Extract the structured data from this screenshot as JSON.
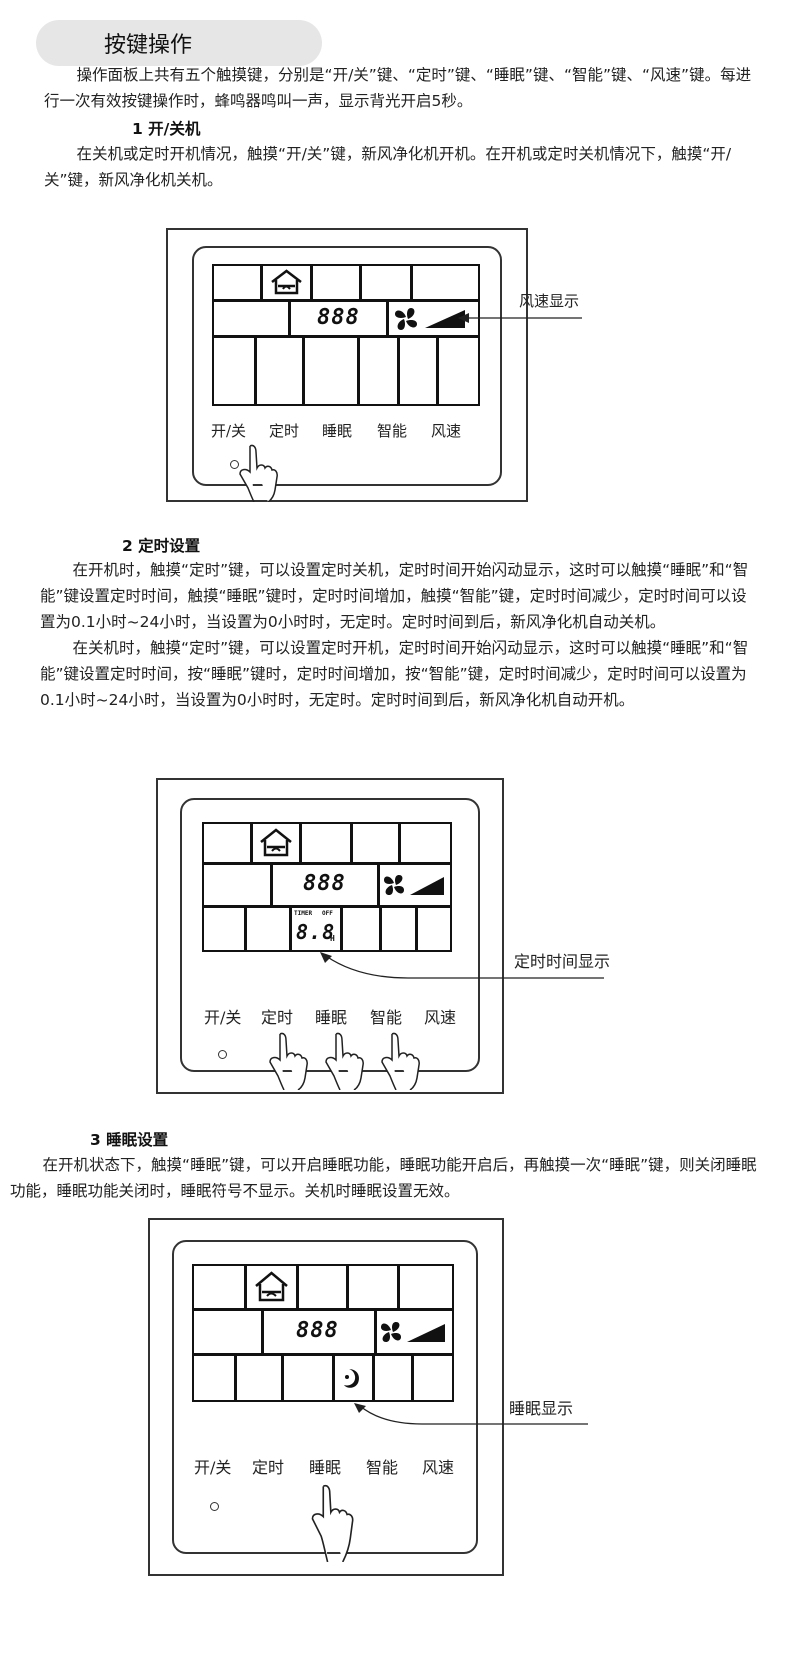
{
  "header": {
    "title": "按键操作"
  },
  "intro": "操作面板上共有五个触摸键，分别是“开/关”键、“定时”键、“睡眠”键、“智能”键、“风速”键。每进行一次有效按键操作时，蜂鸣器鸣叫一声，显示背光开启5秒。",
  "sections": [
    {
      "heading": "1 开/关机",
      "paragraphs": [
        "在关机或定时开机情况，触摸“开/关”键，新风净化机开机。在开机或定时关机情况下，触摸“开/关”键，新风净化机关机。"
      ]
    },
    {
      "heading": "2 定时设置",
      "paragraphs": [
        "在开机时，触摸“定时”键，可以设置定时关机，定时时间开始闪动显示，这时可以触摸“睡眠”和“智能”键设置定时时间，触摸“睡眠”键时，定时时间增加，触摸“智能”键，定时时间减少，定时时间可以设置为0.1小时~24小时，当设置为0小时时，无定时。定时时间到后，新风净化机自动关机。",
        "在关机时，触摸“定时”键，可以设置定时开机，定时时间开始闪动显示，这时可以触摸“睡眠”和“智能”键设置定时时间，按“睡眠”键时，定时时间增加，按“智能”键，定时时间减少，定时时间可以设置为0.1小时~24小时，当设置为0小时时，无定时。定时时间到后，新风净化机自动开机。"
      ]
    },
    {
      "heading": "3 睡眠设置",
      "paragraphs": [
        "在开机状态下，触摸“睡眠”键，可以开启睡眠功能，睡眠功能开启后，再触摸一次“睡眠”键，则关闭睡眠功能，睡眠功能关闭时，睡眠符号不显示。关机时睡眠设置无效。"
      ]
    }
  ],
  "panel": {
    "keys": [
      "开/关",
      "定时",
      "睡眠",
      "智能",
      "风速"
    ],
    "display_digits": "888",
    "timer_label": "TIMER",
    "timer_off_label": "OFF",
    "timer_digits": "8.8",
    "timer_unit": "H"
  },
  "callouts": {
    "fan_speed": "风速显示",
    "timer_time": "定时时间显示",
    "sleep": "睡眠显示"
  },
  "icons": [
    "house-fan-icon",
    "fan-icon",
    "speed-bars-icon",
    "sleep-moon-icon",
    "finger-press-icon",
    "indicator-led-icon",
    "arrow-icon"
  ]
}
